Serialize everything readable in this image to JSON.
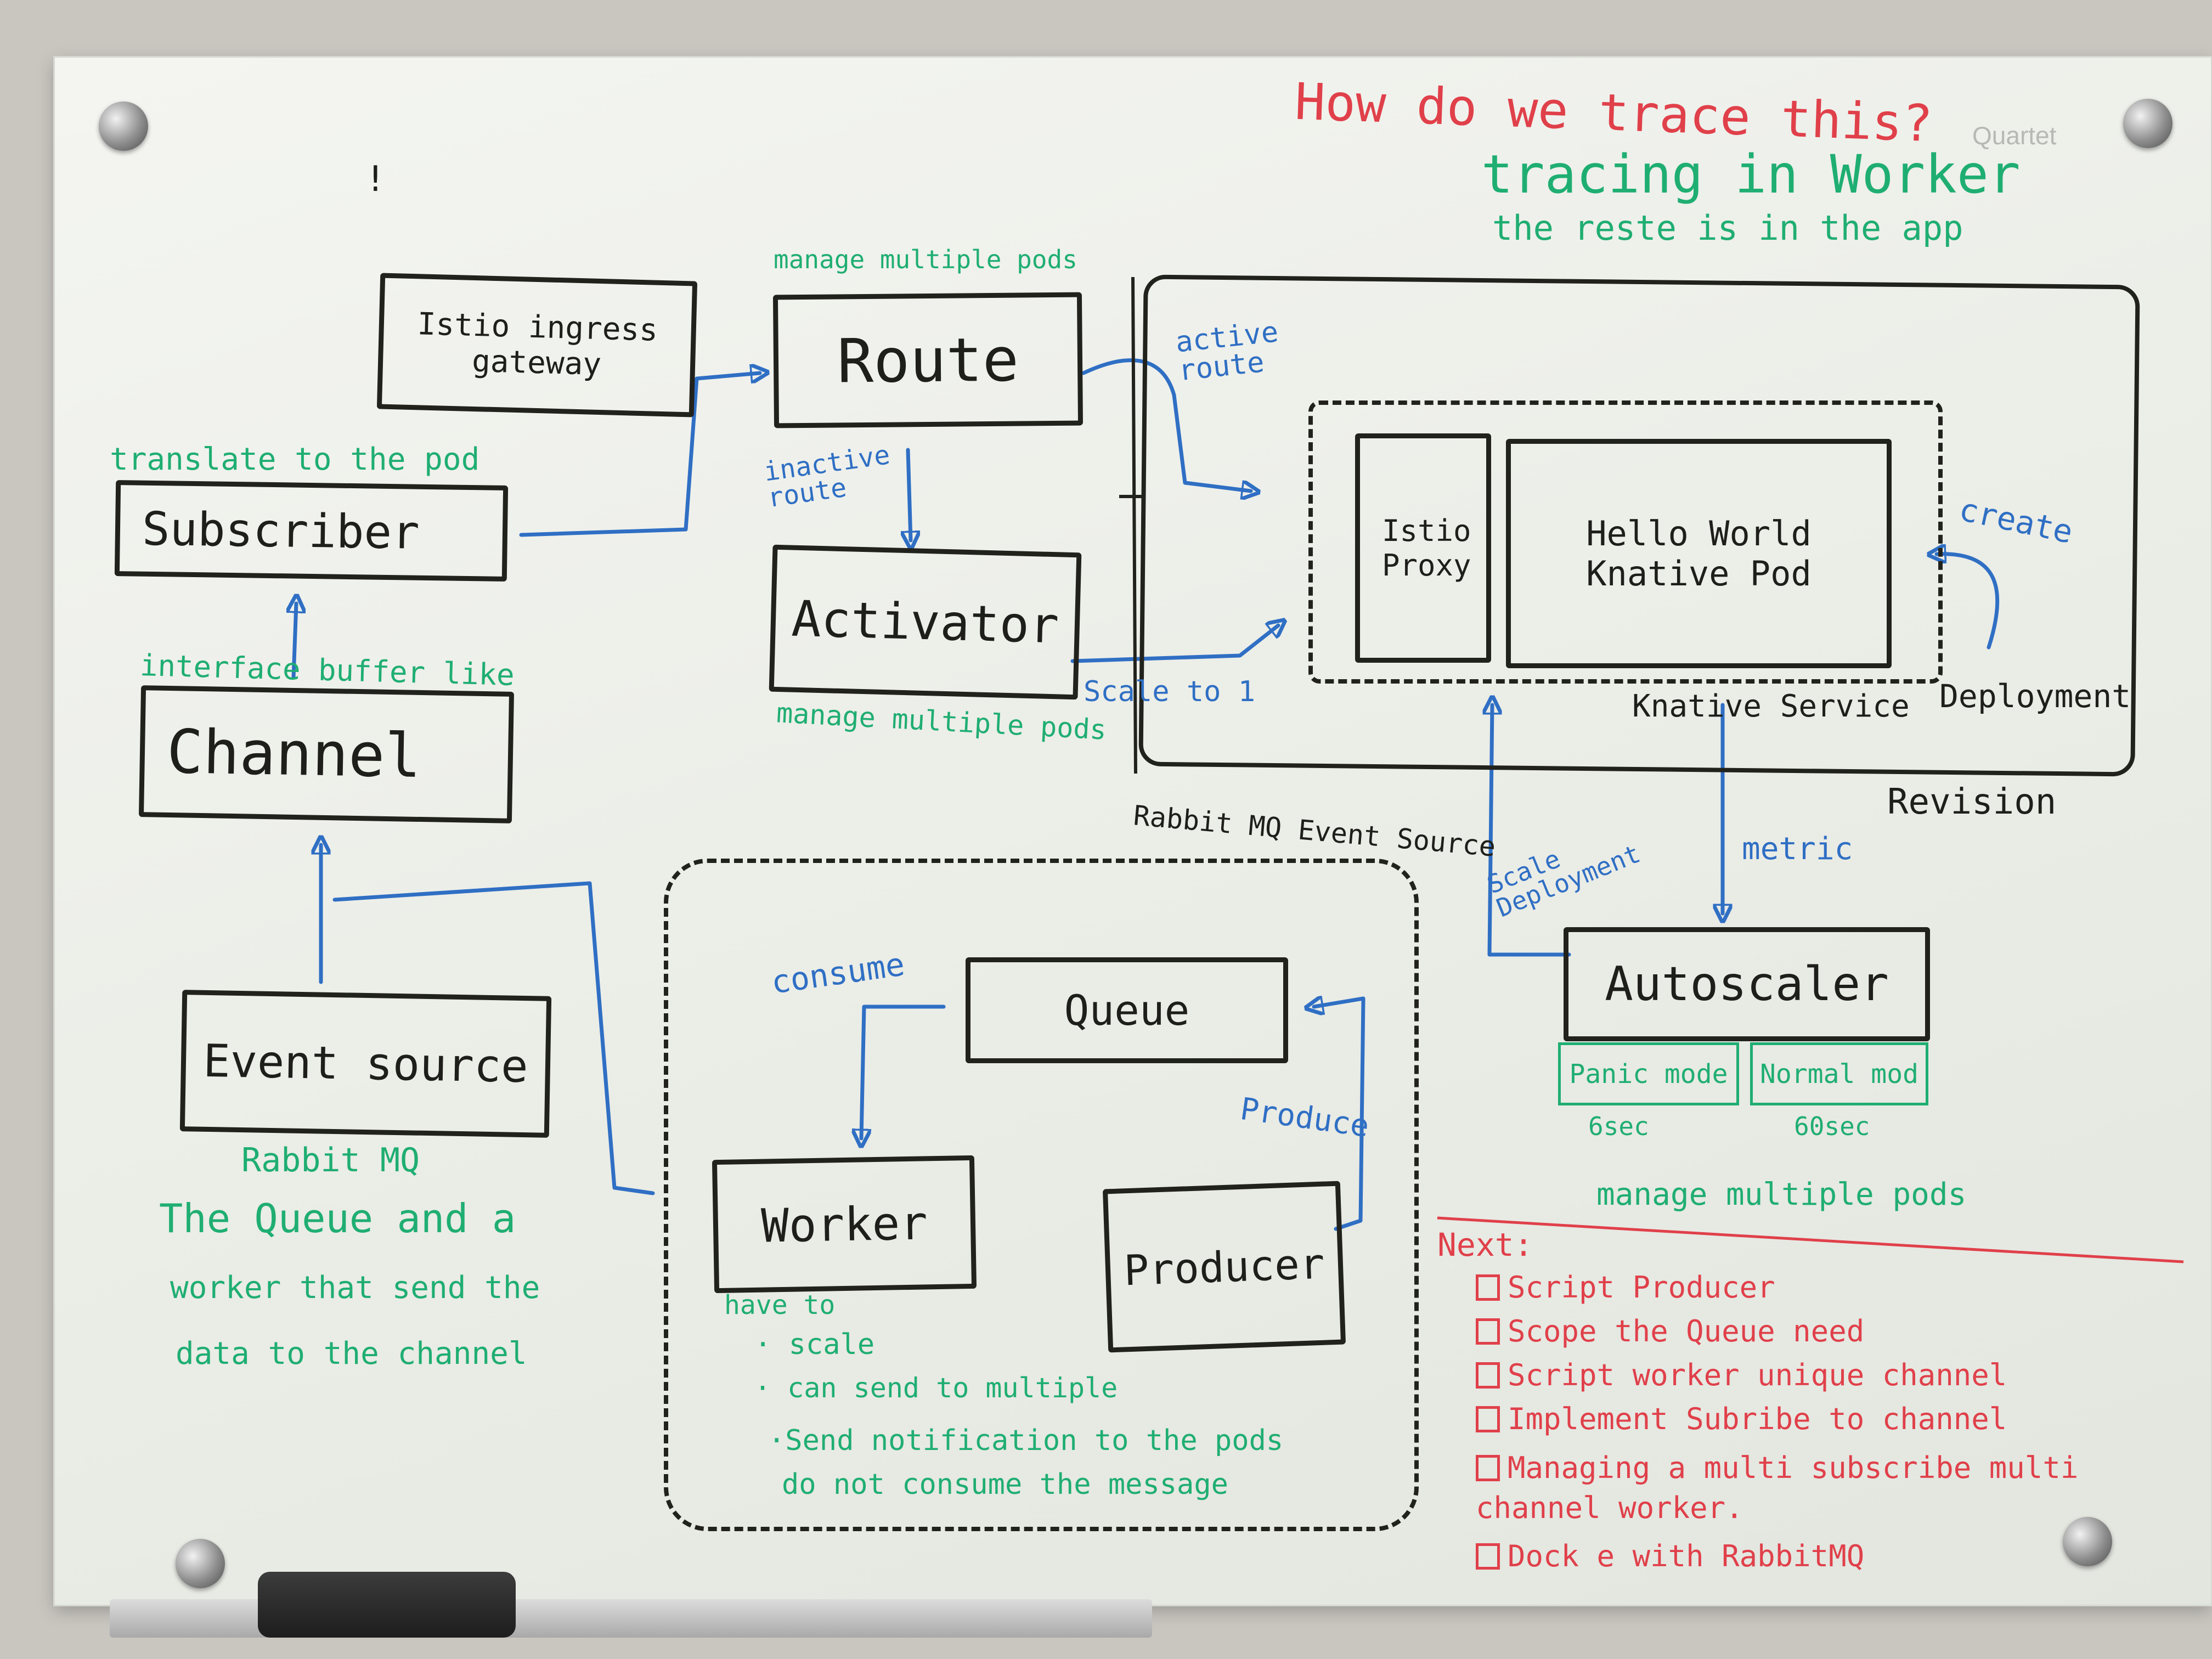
{
  "boxes": {
    "istio_gateway": "Istio ingress gateway",
    "route": "Route",
    "subscriber": "Subscriber",
    "activator": "Activator",
    "channel": "Channel",
    "event_source": "Event source",
    "istio_proxy": "Istio Proxy",
    "hello_pod": "Hello World Knative Pod",
    "queue": "Queue",
    "worker": "Worker",
    "producer": "Producer",
    "autoscaler": "Autoscaler",
    "panic_mode": "Panic mode",
    "normal_mode": "Normal mod"
  },
  "notes": {
    "trace_question": "How do we trace this?",
    "tracing_worker": "tracing in Worker",
    "rest_in_app": "the reste is in the app",
    "manage_multiple_pods_top": "manage multiple pods",
    "translate_to_pod": "translate to the pod",
    "interface_buffer": "interface buffer like",
    "manage_multiple_pods_activator": "manage multiple pods",
    "rabbitmq_label": "Rabbit MQ",
    "queue_worker_note_1": "The Queue and a",
    "queue_worker_note_2": "worker that send the",
    "queue_worker_note_3": "data to the channel",
    "worker_note_1": "have to",
    "worker_note_2": "· scale",
    "worker_note_3": "· can send to multiple",
    "worker_note_4": "·Send notification to the pods",
    "worker_note_5": "do not consume the message",
    "manage_multiple_pods_autoscaler": "manage multiple pods",
    "panic_time": "6sec",
    "normal_time": "60sec",
    "knative_service": "Knative Service",
    "deployment": "Deployment",
    "revision": "Revision",
    "rabbitmq_event_source": "Rabbit MQ Event Source",
    "exclaim": "!"
  },
  "arrows": {
    "active_route": "active route",
    "inactive_route": "inactive route",
    "scale_to_1": "Scale to 1",
    "create": "create",
    "scale_deployment": "Scale Deployment",
    "metric": "metric",
    "consume": "consume",
    "produce": "Produce"
  },
  "next": {
    "title": "Next:",
    "items": [
      "Script Producer",
      "Scope the Queue need",
      "Script worker unique channel",
      "Implement Subribe to channel",
      "Managing a multi subscribe multi channel worker.",
      "Dock e with RabbitMQ"
    ]
  },
  "brand": "Quartet",
  "colors": {
    "black": "#1e1e1a",
    "green": "#1fae72",
    "blue": "#2f6fc4",
    "red": "#e0404a"
  }
}
